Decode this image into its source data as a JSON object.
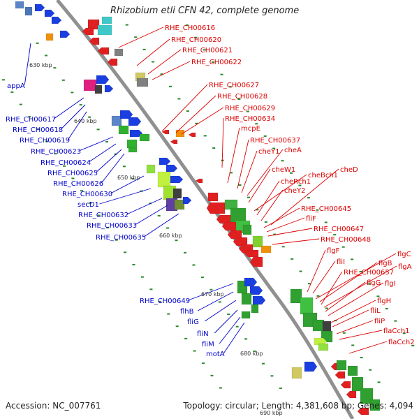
{
  "title": "Rhizobium etli CFN 42, complete genome",
  "footer": {
    "accession": "Accession: NC_007761",
    "summary": "Topology: circular; Length: 4,381,608 bp; Genes: 4,094"
  },
  "kbp_ticks": [
    "630 kbp",
    "640 kbp",
    "650 kbp",
    "660 kbp",
    "670 kbp",
    "680 kbp",
    "690 kbp"
  ],
  "colors": {
    "forward_strand_label": "#0000cc",
    "reverse_strand_label": "#dd0000",
    "backbone": "#888888",
    "tick": "#2a8a2a"
  },
  "blue_labels": [
    "appA",
    "RHE_CH00617",
    "RHE_CH00618",
    "RHE_CH00619",
    "RHE_CH00623",
    "RHE_CH00624",
    "RHE_CH00625",
    "RHE_CH00626",
    "RHE_CH00630",
    "secD1",
    "RHE_CH00632",
    "RHE_CH00633",
    "RHE_CH00635",
    "RHE_CH00649",
    "flhB",
    "fliG",
    "fliN",
    "fliM",
    "motA"
  ],
  "red_labels": [
    "RHE_CH00616",
    "RHE_CH00620",
    "RHE_CH00621",
    "RHE_CH00622",
    "RHE_CH00627",
    "RHE_CH00628",
    "RHE_CH00629",
    "RHE_CH00634",
    "mcpE",
    "RHE_CH00637",
    "cheY1",
    "cheA",
    "cheW1",
    "cheBch1",
    "cheD",
    "cheRch1",
    "cheY2",
    "RHE_CH00645",
    "fliF",
    "RHE_CH00647",
    "RHE_CH00648",
    "flgF",
    "flgC",
    "fliI",
    "flgB",
    "flgA",
    "RHE_CH00657",
    "flgG",
    "flgI",
    "flgH",
    "fliL",
    "fliP",
    "flaCch1",
    "flaCch2"
  ]
}
